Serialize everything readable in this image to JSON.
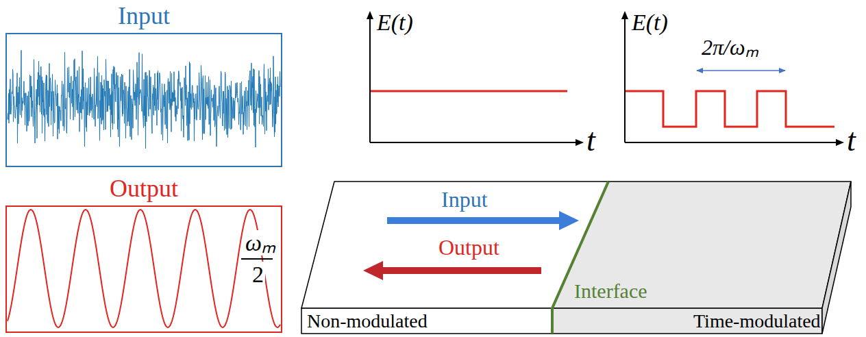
{
  "diagram": {
    "nodes": [
      {
        "text": [
          "Input"
        ]
      },
      {
        "text": [
          "Output"
        ]
      }
    ],
    "labels": [
      "ωₘ",
      "2",
      "E(t)",
      "t",
      "E(t)",
      "2π/ωₘ",
      "t",
      "Input",
      "Output",
      "Interface",
      "Non-modulated",
      "Time-modulated"
    ]
  }
}
